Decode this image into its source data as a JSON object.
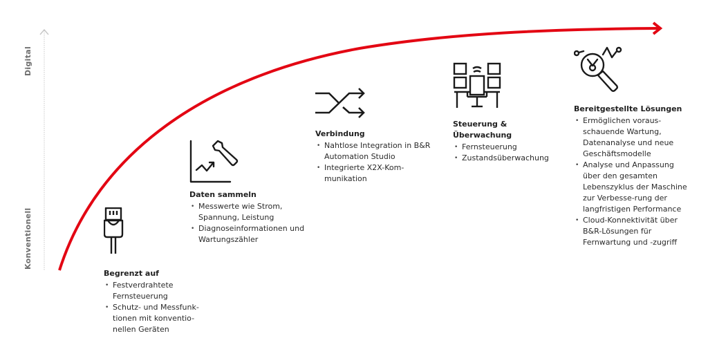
{
  "axis": {
    "top_label": "Digital",
    "bottom_label": "Konventionell"
  },
  "colors": {
    "curve": "#e30613",
    "axis": "#c8c8c8",
    "text": "#1f1f1f",
    "icon": "#1a1a1a"
  },
  "stages": [
    {
      "icon": "ethernet-plug-icon",
      "title": "Begrenzt auf",
      "items": [
        "Festverdrahtete Fernsteuerung",
        "Schutz- und Messfunk-tionen mit konventio-nellen Geräten"
      ]
    },
    {
      "icon": "chart-wrench-icon",
      "title": "Daten sammeln",
      "items": [
        "Messwerte wie Strom, Spannung, Leistung",
        "Diagnoseinformationen und Wartungszähler"
      ]
    },
    {
      "icon": "shuffle-arrows-icon",
      "title": "Verbindung",
      "items": [
        "Nahtlose Integration in B&R Automation Studio",
        "Integrierte X2X-Kom-munikation"
      ]
    },
    {
      "icon": "control-room-icon",
      "title": "Steuerung & Überwachung",
      "items": [
        "Fernsteuerung",
        "Zustandsüberwachung"
      ]
    },
    {
      "icon": "analytics-magnifier-icon",
      "title": "Bereitgestellte Lösungen",
      "items": [
        "Ermöglichen voraus-schauende Wartung, Datenanalyse und neue Geschäftsmodelle",
        "Analyse und Anpassung über den gesamten Lebenszyklus der Maschine zur Verbesse-rung der langfristigen Performance",
        "Cloud-Konnektivität über B&R-Lösungen für Fernwartung und -zugriff"
      ]
    }
  ]
}
